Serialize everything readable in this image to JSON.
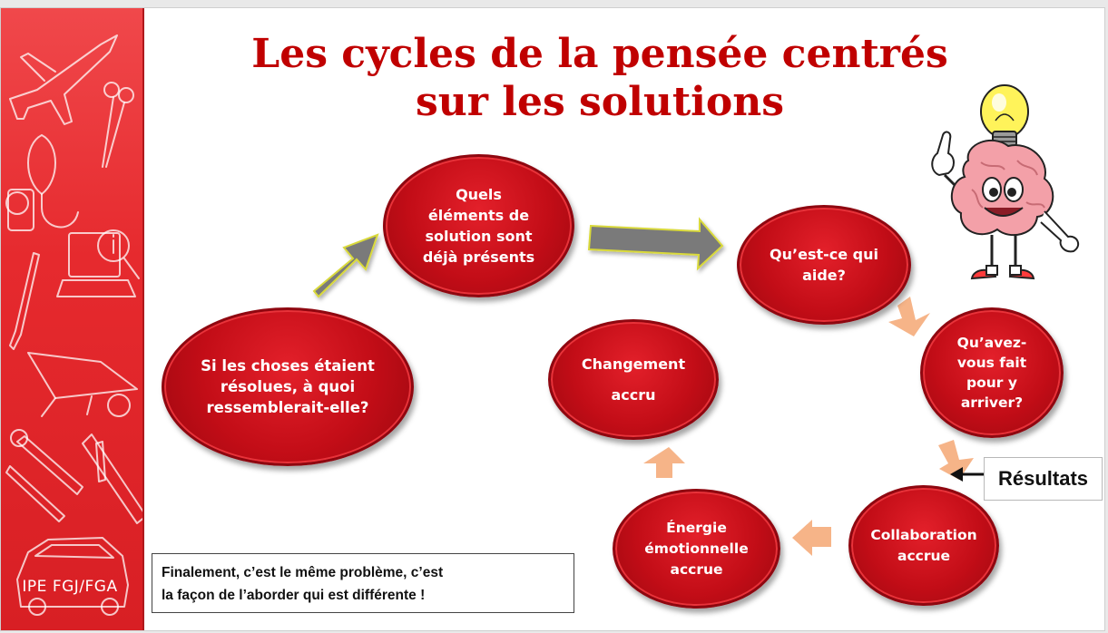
{
  "sidebar": {
    "label": "IPE FGJ/FGA"
  },
  "title": "Les cycles de la pensée centrés\nsur les solutions",
  "nodes": {
    "imagine": "Si les choses étaient\nrésolues, à quoi\nressemblerait-elle?",
    "present": "Quels\néléments de\nsolution sont\ndéjà présents",
    "helps": "Qu’est-ce qui\naide?",
    "how": "Qu’avez-\nvous fait\npour y\narriver?",
    "collab": "Collaboration\naccrue",
    "energy": "Énergie\némotionnelle\naccrue",
    "change": "Changement\n\naccru"
  },
  "results_label": "Résultats",
  "note": "Finalement, c’est le même problème, c’est\nla façon de l’aborder qui est différente !",
  "colors": {
    "accent_red": "#c00000",
    "node_red": "#c30d17",
    "gray_arrow": "#7f7f7f",
    "peach_arrow": "#f6b488"
  },
  "icons": [
    "airplane-icon",
    "scissors-icon",
    "stethoscope-icon",
    "laptop-icon",
    "info-icon",
    "wrench-icon",
    "wheelbarrow-icon",
    "tools-icon",
    "car-icon",
    "lightbulb-icon",
    "brain-mascot-icon"
  ]
}
